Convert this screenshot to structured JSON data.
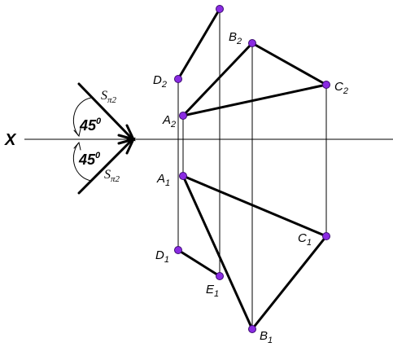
{
  "axis_label": "X",
  "angle_top": {
    "value": "45",
    "sup": "0"
  },
  "angle_bottom": {
    "value": "45",
    "sup": "0"
  },
  "direction_top": {
    "main": "S",
    "sub": "π2"
  },
  "direction_bottom": {
    "main": "S",
    "sub": "π2"
  },
  "points": {
    "A2": {
      "letter": "A",
      "index": "2"
    },
    "B2": {
      "letter": "B",
      "index": "2"
    },
    "C2": {
      "letter": "C",
      "index": "2"
    },
    "D2": {
      "letter": "D",
      "index": "2"
    },
    "A1": {
      "letter": "A",
      "index": "1"
    },
    "B1": {
      "letter": "B",
      "index": "1"
    },
    "C1": {
      "letter": "C",
      "index": "1"
    },
    "D1": {
      "letter": "D",
      "index": "1"
    },
    "E1": {
      "letter": "E",
      "index": "1"
    }
  },
  "colors": {
    "point": "#8a2be2",
    "line": "#000000"
  }
}
